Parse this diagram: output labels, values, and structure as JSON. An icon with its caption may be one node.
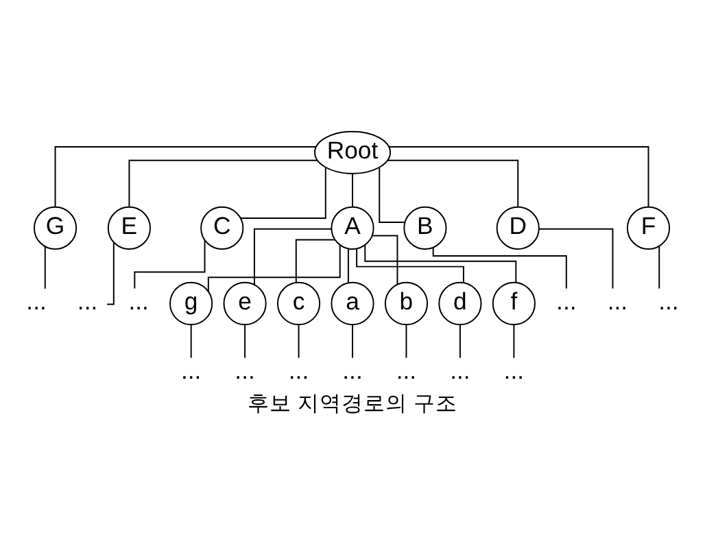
{
  "diagram": {
    "caption": "후보 지역경로의 구조",
    "nodes": [
      {
        "text": [
          "Root"
        ]
      },
      {
        "text": [
          "G"
        ]
      },
      {
        "text": [
          "E"
        ]
      },
      {
        "text": [
          "C"
        ]
      },
      {
        "text": [
          "A"
        ]
      },
      {
        "text": [
          "B"
        ]
      },
      {
        "text": [
          "D"
        ]
      },
      {
        "text": [
          "F"
        ]
      },
      {
        "text": [
          "..."
        ]
      },
      {
        "text": [
          "..."
        ]
      },
      {
        "text": [
          "..."
        ]
      },
      {
        "text": [
          "..."
        ]
      },
      {
        "text": [
          "..."
        ]
      },
      {
        "text": [
          "..."
        ]
      },
      {
        "text": [
          "g"
        ]
      },
      {
        "text": [
          "e"
        ]
      },
      {
        "text": [
          "c"
        ]
      },
      {
        "text": [
          "a"
        ]
      },
      {
        "text": [
          "b"
        ]
      },
      {
        "text": [
          "d"
        ]
      },
      {
        "text": [
          "f"
        ]
      },
      {
        "text": [
          "..."
        ]
      },
      {
        "text": [
          "..."
        ]
      },
      {
        "text": [
          "..."
        ]
      },
      {
        "text": [
          "..."
        ]
      },
      {
        "text": [
          "..."
        ]
      },
      {
        "text": [
          "..."
        ]
      },
      {
        "text": [
          "..."
        ]
      }
    ],
    "edges": [
      {
        "from": 0,
        "to": 1,
        "arrow": "none"
      },
      {
        "from": 0,
        "to": 2,
        "arrow": "none"
      },
      {
        "from": 0,
        "to": 3,
        "arrow": "none"
      },
      {
        "from": 0,
        "to": 4,
        "arrow": "none"
      },
      {
        "from": 0,
        "to": 5,
        "arrow": "none"
      },
      {
        "from": 0,
        "to": 6,
        "arrow": "none"
      },
      {
        "from": 0,
        "to": 7,
        "arrow": "none"
      },
      {
        "from": 1,
        "to": 8,
        "arrow": "none"
      },
      {
        "from": 2,
        "to": 9,
        "arrow": "none"
      },
      {
        "from": 3,
        "to": 10,
        "arrow": "none"
      },
      {
        "from": 5,
        "to": 11,
        "arrow": "none"
      },
      {
        "from": 6,
        "to": 12,
        "arrow": "none"
      },
      {
        "from": 7,
        "to": 13,
        "arrow": "none"
      },
      {
        "from": 4,
        "to": 14,
        "arrow": "none"
      },
      {
        "from": 4,
        "to": 15,
        "arrow": "none"
      },
      {
        "from": 4,
        "to": 16,
        "arrow": "none"
      },
      {
        "from": 4,
        "to": 17,
        "arrow": "none"
      },
      {
        "from": 4,
        "to": 18,
        "arrow": "none"
      },
      {
        "from": 4,
        "to": 19,
        "arrow": "none"
      },
      {
        "from": 4,
        "to": 20,
        "arrow": "none"
      },
      {
        "from": 14,
        "to": 21,
        "arrow": "none"
      },
      {
        "from": 15,
        "to": 22,
        "arrow": "none"
      },
      {
        "from": 16,
        "to": 23,
        "arrow": "none"
      },
      {
        "from": 17,
        "to": 24,
        "arrow": "none"
      },
      {
        "from": 18,
        "to": 25,
        "arrow": "none"
      },
      {
        "from": 19,
        "to": 26,
        "arrow": "none"
      },
      {
        "from": 20,
        "to": 27,
        "arrow": "none"
      }
    ]
  }
}
